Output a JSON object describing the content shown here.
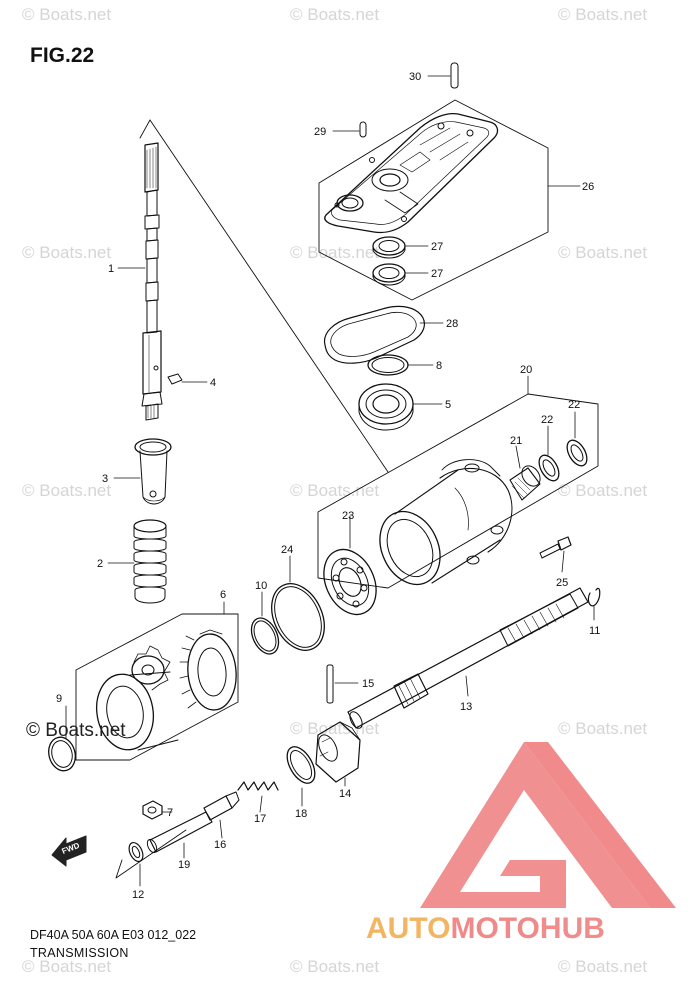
{
  "figure": {
    "title": "FIG.22",
    "code": "DF40A 50A 60A E03 012_022",
    "caption": "TRANSMISSION"
  },
  "watermark": {
    "text": "© Boats.net",
    "primary_text": "© Boats.net",
    "color": "#d5d5d5"
  },
  "logo": {
    "part1": "AUTO",
    "part2": "MOTO",
    "part3": "HUB",
    "color_primary": "#f08a8a",
    "color_secondary": "#f3b562"
  },
  "fwd_label": "FWD",
  "callouts": [
    {
      "id": "c30",
      "number": "30"
    },
    {
      "id": "c29",
      "number": "29"
    },
    {
      "id": "c26",
      "number": "26"
    },
    {
      "id": "c27a",
      "number": "27"
    },
    {
      "id": "c27b",
      "number": "27"
    },
    {
      "id": "c1",
      "number": "1"
    },
    {
      "id": "c28",
      "number": "28"
    },
    {
      "id": "c8",
      "number": "8"
    },
    {
      "id": "c4",
      "number": "4"
    },
    {
      "id": "c5",
      "number": "5"
    },
    {
      "id": "c20",
      "number": "20"
    },
    {
      "id": "c22a",
      "number": "22"
    },
    {
      "id": "c22b",
      "number": "22"
    },
    {
      "id": "c21",
      "number": "21"
    },
    {
      "id": "c3",
      "number": "3"
    },
    {
      "id": "c23",
      "number": "23"
    },
    {
      "id": "c24",
      "number": "24"
    },
    {
      "id": "c2",
      "number": "2"
    },
    {
      "id": "c10",
      "number": "10"
    },
    {
      "id": "c25",
      "number": "25"
    },
    {
      "id": "c6",
      "number": "6"
    },
    {
      "id": "c11",
      "number": "11"
    },
    {
      "id": "c15",
      "number": "15"
    },
    {
      "id": "c9",
      "number": "9"
    },
    {
      "id": "c13",
      "number": "13"
    },
    {
      "id": "c14",
      "number": "14"
    },
    {
      "id": "c7",
      "number": "7"
    },
    {
      "id": "c17",
      "number": "17"
    },
    {
      "id": "c18",
      "number": "18"
    },
    {
      "id": "c16",
      "number": "16"
    },
    {
      "id": "c19",
      "number": "19"
    },
    {
      "id": "c12",
      "number": "12"
    }
  ]
}
